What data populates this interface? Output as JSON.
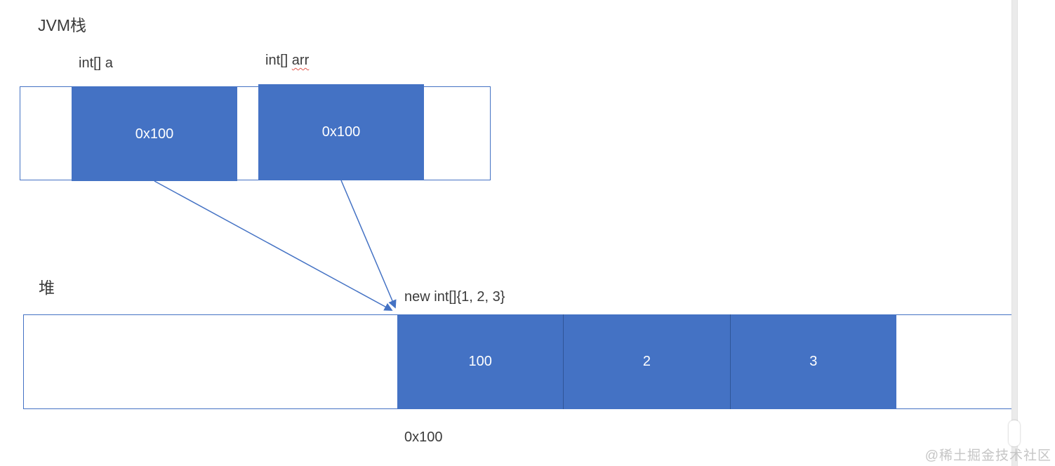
{
  "stack": {
    "region_label": "JVM栈",
    "var_a_label": "int[] a",
    "var_arr_prefix": "int[] ",
    "var_arr_name": "arr",
    "slot_a_value": "0x100",
    "slot_arr_value": "0x100"
  },
  "heap": {
    "region_label": "堆",
    "new_array_label": "new int[]{1, 2, 3}",
    "address_label": "0x100",
    "cells": [
      "100",
      "2",
      "3"
    ]
  },
  "colors": {
    "fill_blue": "#4472c4",
    "border_blue": "#4472c4",
    "divider_blue": "#2f5597",
    "arrow_blue": "#4472c4",
    "squiggle_red": "#e2574c"
  },
  "watermark": "@稀土掘金技术社区"
}
